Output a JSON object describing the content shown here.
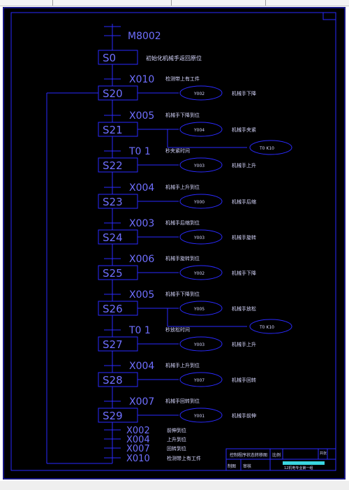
{
  "initial_contact": "M8002",
  "initial_step": {
    "id": "S0",
    "comment": "初始化机械手返回原位"
  },
  "steps": [
    {
      "id": "S20",
      "cond": "X010",
      "cond_label": "检测带上有工件",
      "outputs": [
        "Y002"
      ],
      "output_labels": [
        "机械手下降"
      ]
    },
    {
      "id": "S21",
      "cond": "X005",
      "cond_label": "机械手下降到位",
      "outputs": [
        "Y004",
        "T0 K10"
      ],
      "output_labels": [
        "机械手夹紧",
        ""
      ]
    },
    {
      "id": "S22",
      "cond": "T0  1",
      "cond_label": "秒夹紧时间",
      "outputs": [
        "Y003"
      ],
      "output_labels": [
        "机械手上升"
      ]
    },
    {
      "id": "S23",
      "cond": "X004",
      "cond_label": "机械手上升到位",
      "outputs": [
        "Y000"
      ],
      "output_labels": [
        "机械手后缩"
      ]
    },
    {
      "id": "S24",
      "cond": "X003",
      "cond_label": "机械手后缩到位",
      "outputs": [
        "Y003"
      ],
      "output_labels": [
        "机械手旋转"
      ]
    },
    {
      "id": "S25",
      "cond": "X006",
      "cond_label": "机械手旋转到位",
      "outputs": [
        "Y002"
      ],
      "output_labels": [
        "机械手下降"
      ]
    },
    {
      "id": "S26",
      "cond": "X005",
      "cond_label": "机械手下降到位",
      "outputs": [
        "Y005",
        "T0 K10"
      ],
      "output_labels": [
        "机械手放松",
        ""
      ]
    },
    {
      "id": "S27",
      "cond": "T0  1",
      "cond_label": "秒放松时间",
      "outputs": [
        "Y003"
      ],
      "output_labels": [
        "机械手上升"
      ]
    },
    {
      "id": "S28",
      "cond": "X004",
      "cond_label": "机械手上升到位",
      "outputs": [
        "Y007"
      ],
      "output_labels": [
        "机械手回转"
      ]
    },
    {
      "id": "S29",
      "cond": "X007",
      "cond_label": "机械手回转到位",
      "outputs": [
        "Y001"
      ],
      "output_labels": [
        "机械手前伸"
      ]
    }
  ],
  "return_conditions": [
    {
      "cond": "X002",
      "label": "前伸到位"
    },
    {
      "cond": "X004",
      "label": "上升到位"
    },
    {
      "cond": "X007",
      "label": "回转到位"
    },
    {
      "cond": "X010",
      "label": "检测带上有工件"
    }
  ],
  "title_block": {
    "title": "控制程序状态转移图",
    "field_a": "比例",
    "field_b": "共张",
    "field_c": "制图",
    "field_d": "审核",
    "drawing_no": "12机电专业第一组"
  },
  "colors": {
    "line": "#2a2aff",
    "text": "#6f6fff",
    "label": "#d8d8ff",
    "background": "#000000"
  }
}
